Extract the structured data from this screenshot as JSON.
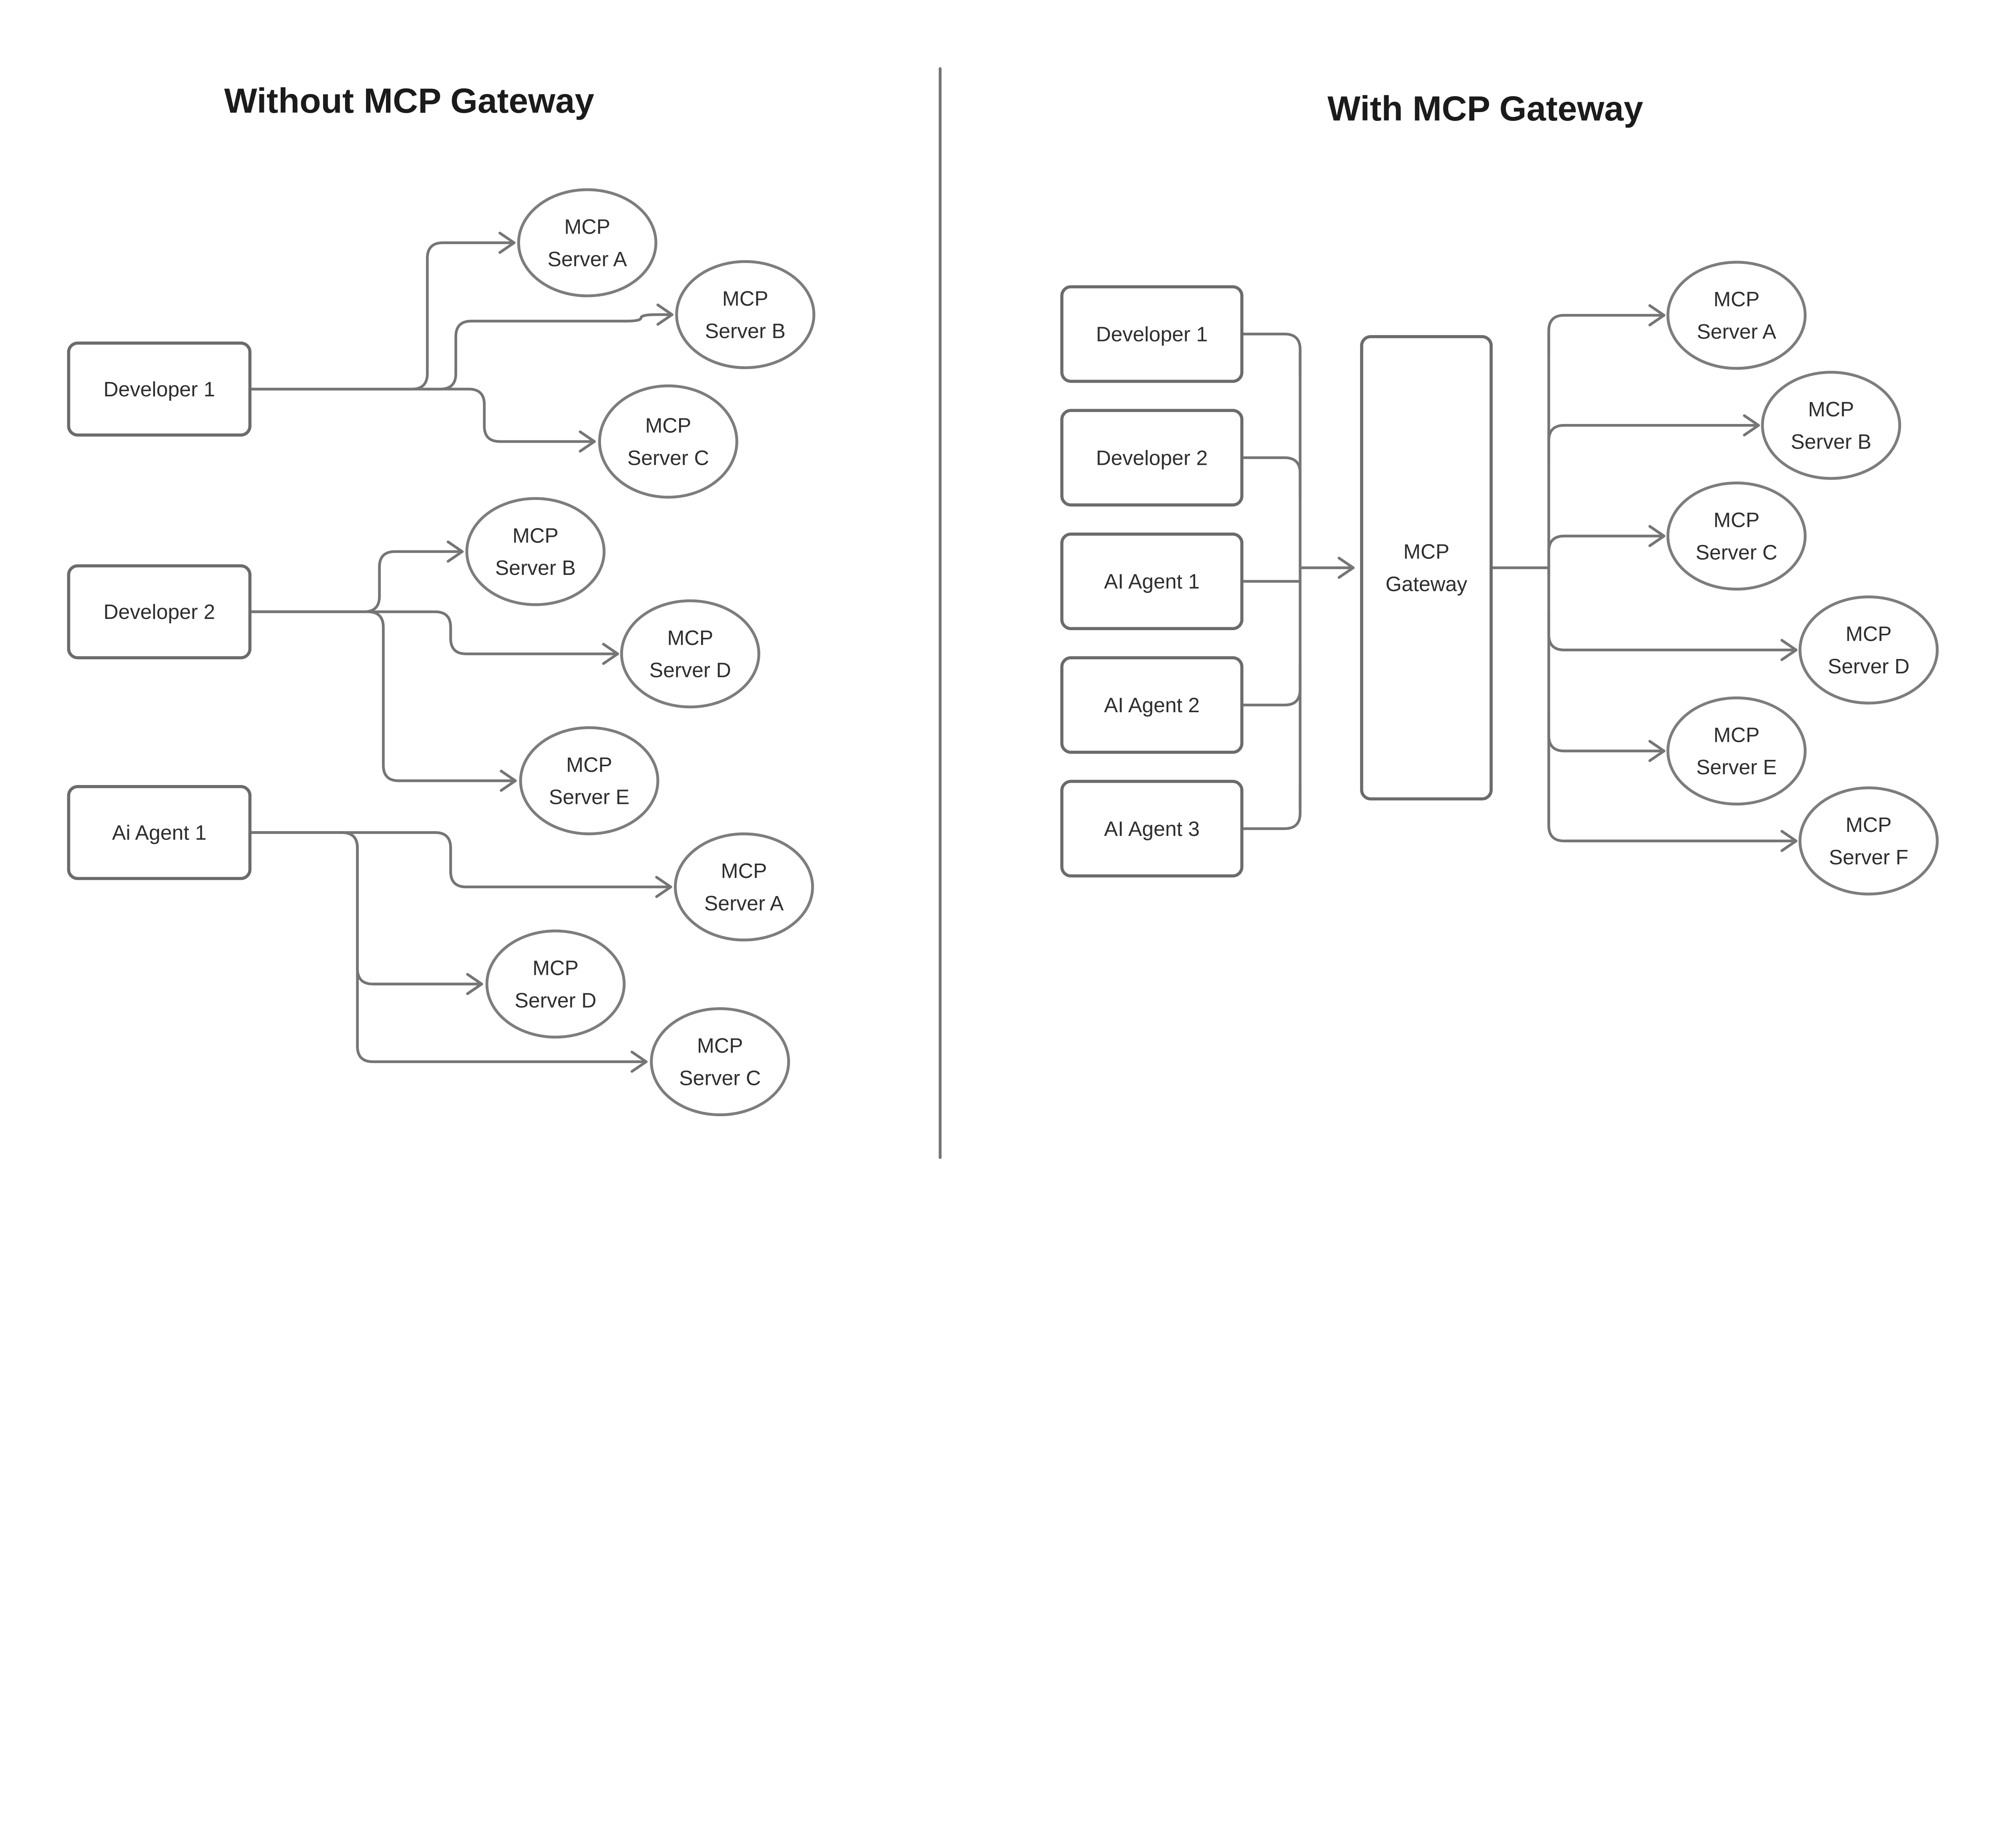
{
  "colors": {
    "background": "#ffffff",
    "edge": "#757575",
    "box_border": "#6b6b6b",
    "ellipse_border": "#7d7d7d",
    "node_fill": "#ffffff",
    "node_text": "#2e2e2e",
    "title_text": "#1b1b1b",
    "divider": "#757575"
  },
  "left_panel": {
    "title": "Without MCP Gateway",
    "sources": [
      {
        "id": "l-dev1",
        "label": "Developer 1"
      },
      {
        "id": "l-dev2",
        "label": "Developer 2"
      },
      {
        "id": "l-agent1",
        "label": "Ai Agent 1"
      }
    ],
    "servers": [
      {
        "id": "l-a1",
        "lines": [
          "MCP",
          "Server A"
        ]
      },
      {
        "id": "l-b1",
        "lines": [
          "MCP",
          "Server B"
        ]
      },
      {
        "id": "l-c1",
        "lines": [
          "MCP",
          "Server C"
        ]
      },
      {
        "id": "l-b2",
        "lines": [
          "MCP",
          "Server B"
        ]
      },
      {
        "id": "l-d2",
        "lines": [
          "MCP",
          "Server D"
        ]
      },
      {
        "id": "l-e2",
        "lines": [
          "MCP",
          "Server E"
        ]
      },
      {
        "id": "l-a3",
        "lines": [
          "MCP",
          "Server A"
        ]
      },
      {
        "id": "l-d3",
        "lines": [
          "MCP",
          "Server D"
        ]
      },
      {
        "id": "l-c3",
        "lines": [
          "MCP",
          "Server C"
        ]
      }
    ],
    "connections": [
      {
        "from": "Developer 1",
        "to": "MCP Server A",
        "edge": "l-dev1--l-a1"
      },
      {
        "from": "Developer 1",
        "to": "MCP Server B",
        "edge": "l-dev1--l-b1"
      },
      {
        "from": "Developer 1",
        "to": "MCP Server C",
        "edge": "l-dev1--l-c1"
      },
      {
        "from": "Developer 2",
        "to": "MCP Server B",
        "edge": "l-dev2--l-b2"
      },
      {
        "from": "Developer 2",
        "to": "MCP Server D",
        "edge": "l-dev2--l-d2"
      },
      {
        "from": "Developer 2",
        "to": "MCP Server E",
        "edge": "l-dev2--l-e2"
      },
      {
        "from": "Ai Agent 1",
        "to": "MCP Server A",
        "edge": "l-agent1--l-a3"
      },
      {
        "from": "Ai Agent 1",
        "to": "MCP Server D",
        "edge": "l-agent1--l-d3"
      },
      {
        "from": "Ai Agent 1",
        "to": "MCP Server C",
        "edge": "l-agent1--l-c3"
      }
    ]
  },
  "right_panel": {
    "title": "With MCP Gateway",
    "sources": [
      {
        "id": "r-dev1",
        "label": "Developer 1"
      },
      {
        "id": "r-dev2",
        "label": "Developer 2"
      },
      {
        "id": "r-agent1",
        "label": "AI Agent 1"
      },
      {
        "id": "r-agent2",
        "label": "AI Agent 2"
      },
      {
        "id": "r-agent3",
        "label": "AI Agent 3"
      }
    ],
    "gateway": {
      "id": "r-gw",
      "lines": [
        "MCP",
        "Gateway"
      ]
    },
    "servers": [
      {
        "id": "r-a",
        "lines": [
          "MCP",
          "Server A"
        ]
      },
      {
        "id": "r-b",
        "lines": [
          "MCP",
          "Server B"
        ]
      },
      {
        "id": "r-c",
        "lines": [
          "MCP",
          "Server C"
        ]
      },
      {
        "id": "r-d",
        "lines": [
          "MCP",
          "Server D"
        ]
      },
      {
        "id": "r-e",
        "lines": [
          "MCP",
          "Server E"
        ]
      },
      {
        "id": "r-f",
        "lines": [
          "MCP",
          "Server F"
        ]
      }
    ],
    "connections": [
      {
        "from": "Developer 1",
        "to": "MCP Gateway"
      },
      {
        "from": "Developer 2",
        "to": "MCP Gateway"
      },
      {
        "from": "AI Agent 1",
        "to": "MCP Gateway"
      },
      {
        "from": "AI Agent 2",
        "to": "MCP Gateway"
      },
      {
        "from": "AI Agent 3",
        "to": "MCP Gateway"
      },
      {
        "from": "MCP Gateway",
        "to": "MCP Server A"
      },
      {
        "from": "MCP Gateway",
        "to": "MCP Server B"
      },
      {
        "from": "MCP Gateway",
        "to": "MCP Server C"
      },
      {
        "from": "MCP Gateway",
        "to": "MCP Server D"
      },
      {
        "from": "MCP Gateway",
        "to": "MCP Server E"
      },
      {
        "from": "MCP Gateway",
        "to": "MCP Server F"
      }
    ]
  }
}
